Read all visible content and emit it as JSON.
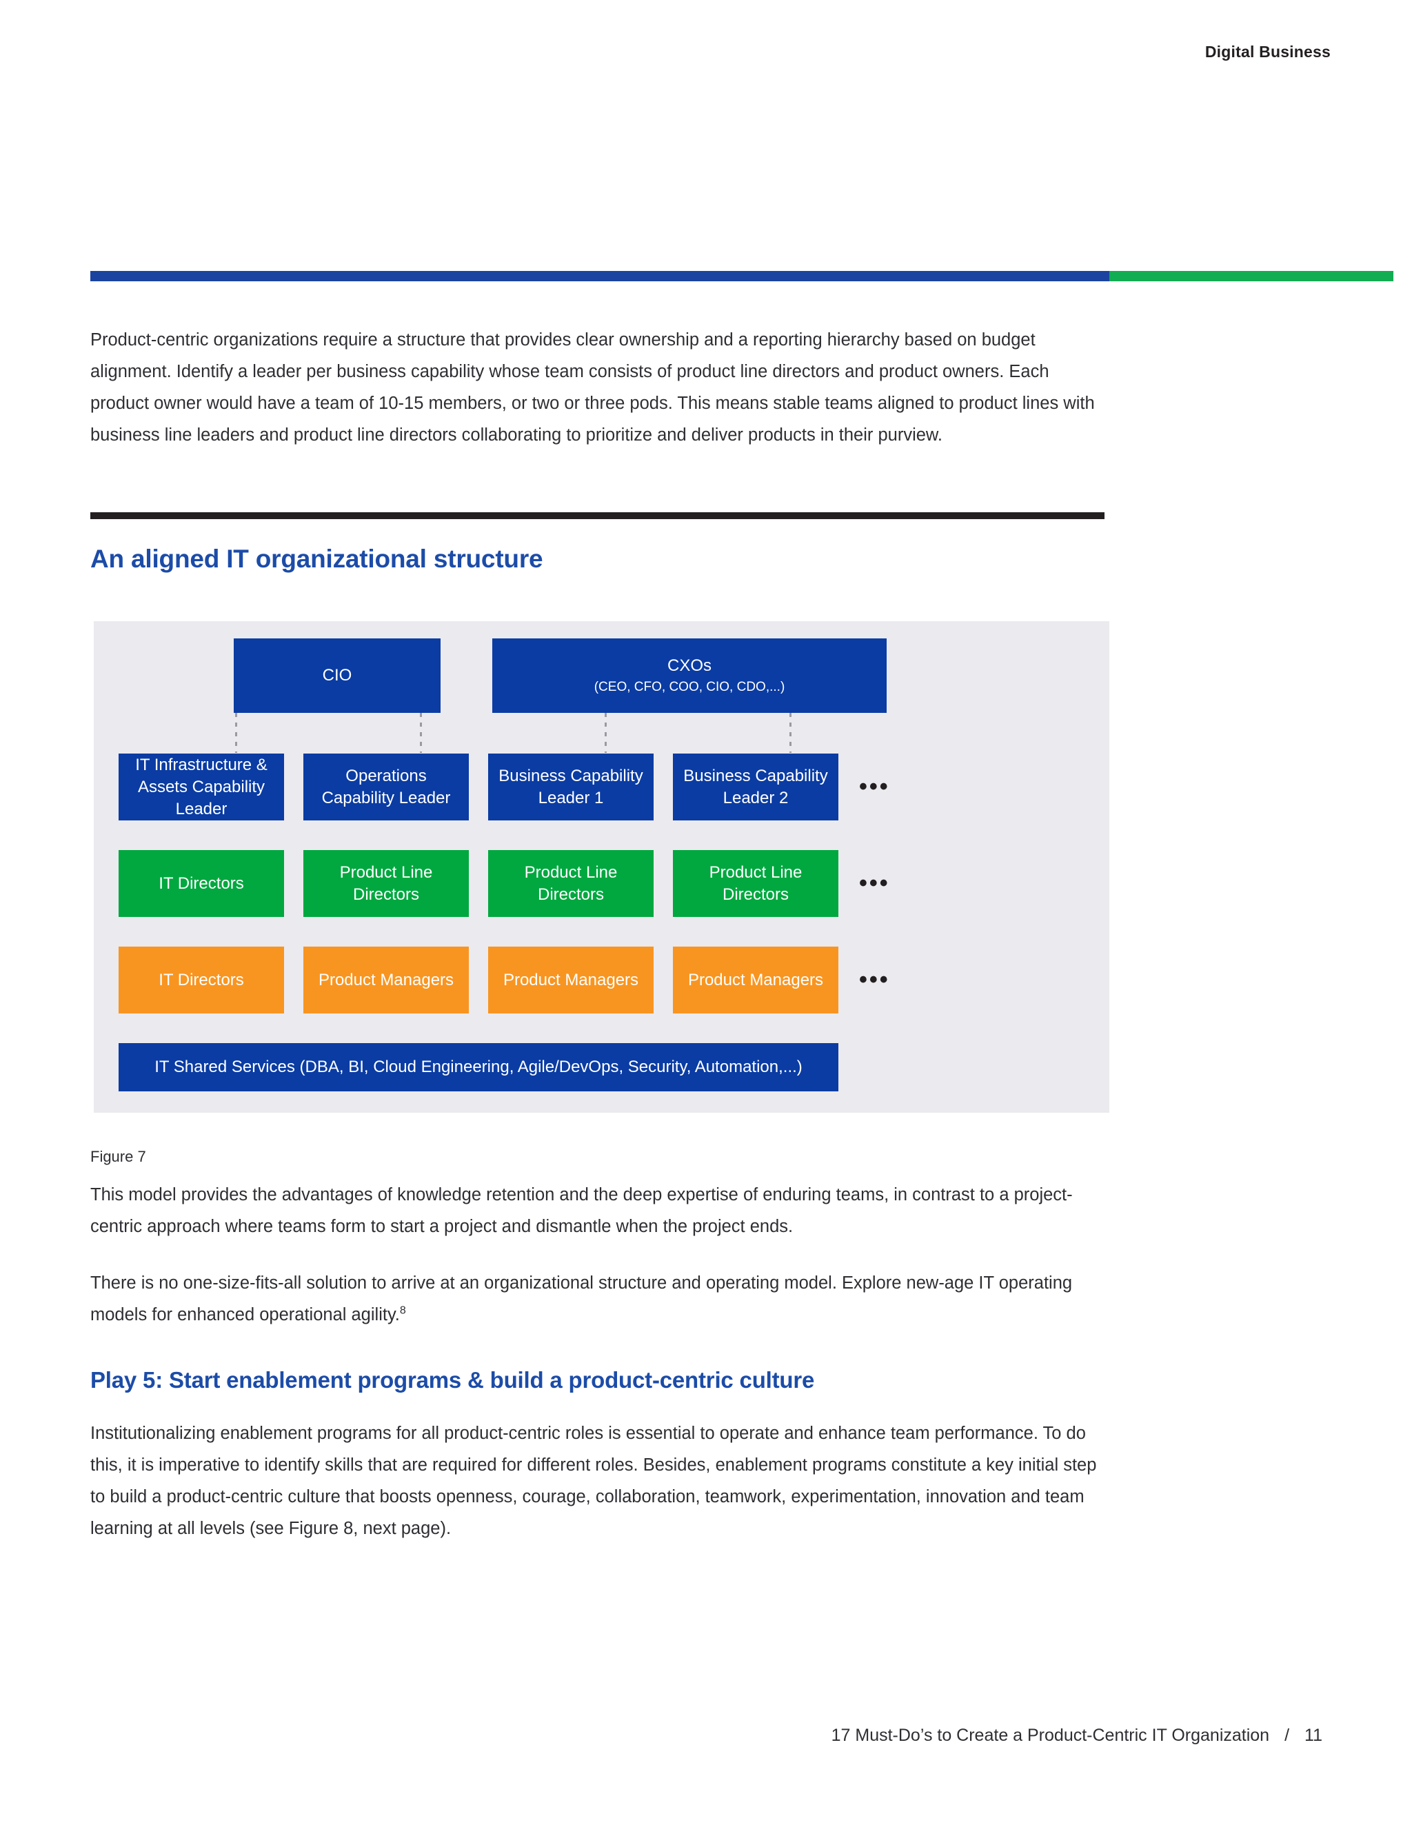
{
  "header": {
    "title": "Digital Business"
  },
  "accent_rule": {
    "blue": "#1b44a0",
    "green": "#11ad52"
  },
  "intro_paragraph": "Product-centric organizations require a structure that provides clear ownership and a reporting hierarchy based on budget alignment.  Identify a leader per business capability whose team consists of product line directors and product owners. Each product owner would have a team of 10-15 members, or two or three pods. This means stable teams aligned to product lines with business line leaders and product line directors collaborating to prioritize and deliver products in their purview.",
  "section": {
    "heading": "An aligned IT organizational structure"
  },
  "figure": {
    "caption": "Figure 7",
    "colors": {
      "blue": "#0a3ca3",
      "green": "#00a83f",
      "orange": "#f89520",
      "background": "#ebeaee"
    },
    "top_row": {
      "cio": "CIO",
      "cxos_title": "CXOs",
      "cxos_subtitle": "(CEO, CFO, COO, CIO, CDO,...)"
    },
    "leaders_row": [
      "IT Infrastructure & Assets Capability Leader",
      "Operations Capability Leader",
      "Business Capability Leader 1",
      "Business Capability Leader 2"
    ],
    "directors_row": [
      "IT Directors",
      "Product Line Directors",
      "Product Line Directors",
      "Product Line Directors"
    ],
    "managers_row": [
      "IT Directors",
      "Product Managers",
      "Product Managers",
      "Product Managers"
    ],
    "ellipsis": "•••",
    "shared_services": "IT Shared Services (DBA, BI, Cloud Engineering, Agile/DevOps, Security, Automation,...)"
  },
  "paragraphs": {
    "after_figure": "This model provides the advantages of knowledge retention and the deep expertise of enduring teams, in contrast to a project-centric approach where teams form to start a project and dismantle when the project ends.",
    "explore": "There is no one-size-fits-all solution to arrive at an organizational structure and operating model. Explore new-age IT operating models for enhanced operational agility.",
    "explore_footnote": "8",
    "play5_body": "Institutionalizing enablement programs for all product-centric roles is essential to operate and enhance team performance.  To do this, it is imperative to identify skills that are required for different roles. Besides, enablement programs constitute a key initial step to build a product-centric culture that boosts openness, courage, collaboration, teamwork, experimentation, innovation and team learning at all levels (see Figure 8, next page)."
  },
  "play": {
    "heading": "Play 5: Start enablement programs & build a product-centric culture"
  },
  "footer": {
    "title": "17 Must-Do’s to Create a Product-Centric IT Organization",
    "separator": "/",
    "page_number": "11"
  }
}
